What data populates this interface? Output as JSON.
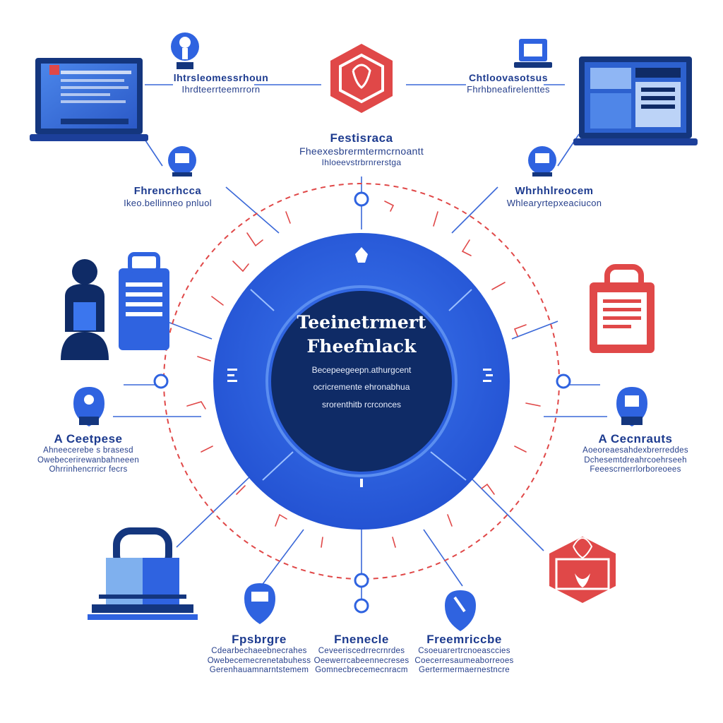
{
  "hub": {
    "title_line1": "Teeinetrmert",
    "title_line2": "Fheefnlack",
    "desc_line1": "Becepeegeepn.athurgcent",
    "desc_line2": "ocricremente ehronabhua",
    "desc_line3": "srorenthitb rcrconces"
  },
  "labels": {
    "top_left": {
      "title": "lhtrsleomessrhoun",
      "desc": "Ihrdteerrteemrrorn"
    },
    "top_right": {
      "title": "Chtloovasotsus",
      "desc": "Fhrhbneafirelenttes"
    },
    "top_center": {
      "title": "Festisraca",
      "desc1": "Fheexesbrermtermcrnoantt",
      "desc2": "Ihloeevstrbrnrerstga"
    },
    "mid_left": {
      "title": "Fhrencrhcca",
      "desc": "Ikeo.bellinneo pnluol"
    },
    "mid_right": {
      "title": "Whrhhlreocem",
      "desc": "Whlearyrtepxeaciucon"
    },
    "left": {
      "title": "A Ceetpese",
      "desc1": "Ahneecerebe s brasesd",
      "desc2": "Owebecerirewanbahneeen",
      "desc3": "Ohrrinhencrricr fecrs"
    },
    "right": {
      "title": "A Cecnrauts",
      "desc1": "Aoeoreaesahdexbrerreddes",
      "desc2": "Dchesemtdreahrcoehrseeh",
      "desc3": "Feeescrnerrlorboreoees"
    },
    "bottom_left": {
      "title": "Fpsbrgre",
      "desc1": "Cdearbechaeebnecrahes",
      "desc2": "Owebecemecrenetabuhess",
      "desc3": "Gerenhauamnarntstemem"
    },
    "bottom_center": {
      "title": "Fnenecle",
      "desc1": "Ceveeriscedrrecrnrdes",
      "desc2": "Oeewerrcabeennecreses",
      "desc3": "Gomnecbrecemecnracm"
    },
    "bottom_right": {
      "title": "Freemriccbe",
      "desc1": "Csoeuarertrcnoeasccies",
      "desc2": "Coecerresaumeaborreoes",
      "desc3": "Gertermermaernestncre"
    }
  },
  "colors": {
    "blue": "#2f63e0",
    "navy": "#0f2b66",
    "red": "#e04848",
    "light_blue": "#7fb0ee"
  }
}
